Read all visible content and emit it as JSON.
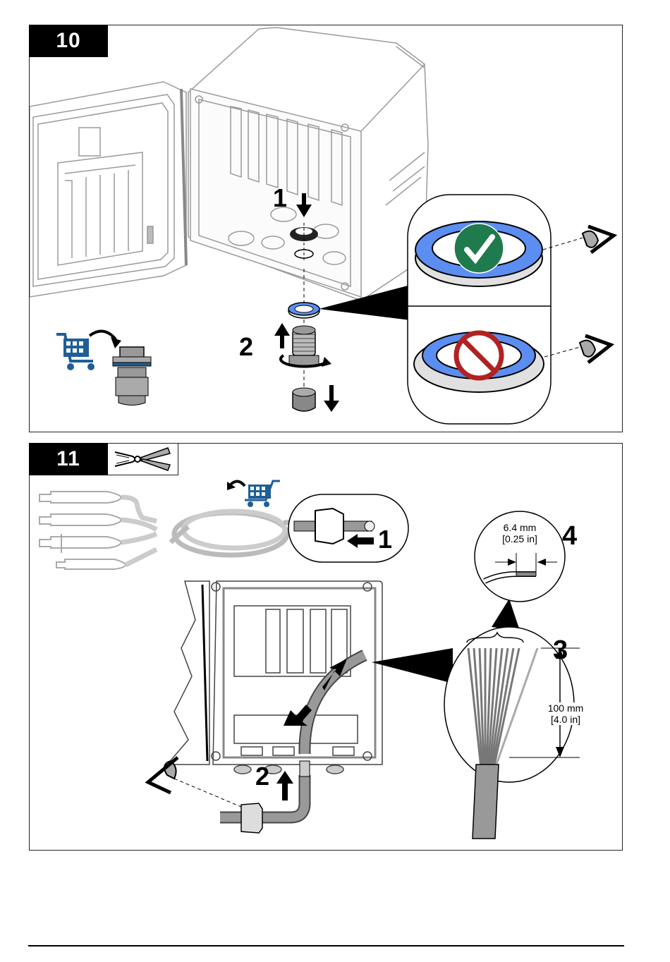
{
  "page": {
    "type": "installation-manual-illustration-page"
  },
  "steps": [
    {
      "number": "10",
      "callouts": [
        "1",
        "2"
      ],
      "icons": [
        "shopping-cart-icon",
        "cable-gland-icon",
        "locknut-icon",
        "sealing-washer-icon",
        "check-icon",
        "prohibited-icon",
        "eye-icon"
      ],
      "inset": {
        "correct": {
          "status": "correct",
          "description": "Blue seal side facing up"
        },
        "incorrect": {
          "status": "incorrect",
          "description": "Seal inverted"
        }
      }
    },
    {
      "number": "11",
      "tool": "wire-stripper-icon",
      "callouts": [
        "1",
        "2",
        "3",
        "4"
      ],
      "dimensions": {
        "strip_length": {
          "metric": "6.4 mm",
          "imperial": "[0.25 in]"
        },
        "jacket_strip": {
          "metric": "100 mm",
          "imperial": "[4.0 in]"
        }
      },
      "icons": [
        "shopping-cart-icon",
        "sensor-probe-icon",
        "cable-coil-icon",
        "cable-gland-nut-icon",
        "eye-icon"
      ]
    }
  ],
  "colors": {
    "seal_blue": "#5b8ef0",
    "cart_blue": "#1f5e96",
    "check_green": "#1f7a4d",
    "prohibit_red": "#b22222",
    "line_gray": "#9a9a9a"
  }
}
